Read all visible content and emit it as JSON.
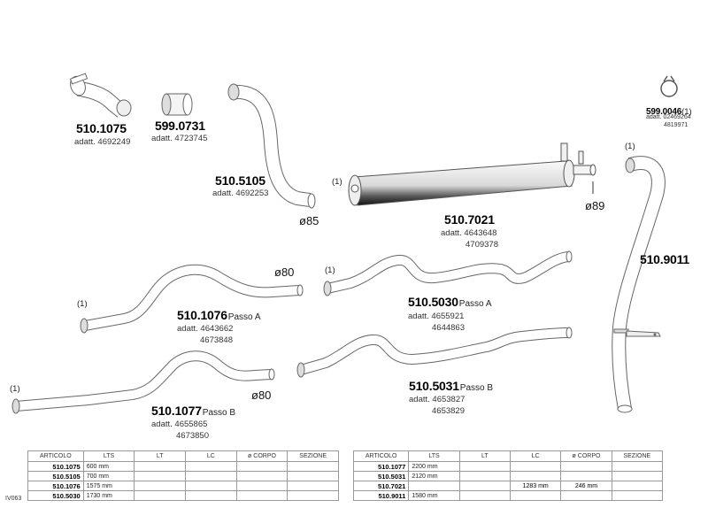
{
  "parts": [
    {
      "code": "510.1075",
      "adatt": "adatt. 4692249"
    },
    {
      "code": "599.0731",
      "adatt": "adatt. 4723745"
    },
    {
      "code": "510.5105",
      "adatt": "adatt. 4692253",
      "diameter": "ø85"
    },
    {
      "code": "599.0046",
      "qty": "(1)",
      "adatt": "adatt. 02469264",
      "adatt2": "4819971"
    },
    {
      "code": "510.7021",
      "adatt": "adatt. 4643648",
      "adatt2": "4709378",
      "diameter": "ø89",
      "mark": "(1)"
    },
    {
      "code": "510.9011",
      "mark": "(1)"
    },
    {
      "code": "510.1076",
      "passo": "Passo A",
      "adatt": "adatt. 4643662",
      "adatt2": "4673848",
      "diameter": "ø80",
      "mark": "(1)"
    },
    {
      "code": "510.5030",
      "passo": "Passo A",
      "adatt": "adatt. 4655921",
      "adatt2": "4644863",
      "mark": "(1)"
    },
    {
      "code": "510.1077",
      "passo": "Passo B",
      "adatt": "adatt. 4655865",
      "adatt2": "4673850",
      "diameter": "ø80",
      "mark": "(1)"
    },
    {
      "code": "510.5031",
      "passo": "Passo B",
      "adatt": "adatt. 4653827",
      "adatt2": "4653829"
    }
  ],
  "side_code": "IV063",
  "table": {
    "headers": [
      "ARTICOLO",
      "LTS",
      "LT",
      "LC",
      "ø CORPO",
      "SEZIONE"
    ],
    "left_rows": [
      [
        "510.1075",
        "600 mm",
        "",
        "",
        "",
        ""
      ],
      [
        "510.5105",
        "700 mm",
        "",
        "",
        "",
        ""
      ],
      [
        "510.1076",
        "1575 mm",
        "",
        "",
        "",
        ""
      ],
      [
        "510.5030",
        "1730 mm",
        "",
        "",
        "",
        ""
      ]
    ],
    "right_rows": [
      [
        "510.1077",
        "2200 mm",
        "",
        "",
        "",
        ""
      ],
      [
        "510.5031",
        "2120 mm",
        "",
        "",
        "",
        ""
      ],
      [
        "510.7021",
        "",
        "",
        "1283 mm",
        "246 mm",
        ""
      ],
      [
        "510.9011",
        "1580 mm",
        "",
        "",
        "",
        ""
      ]
    ]
  }
}
